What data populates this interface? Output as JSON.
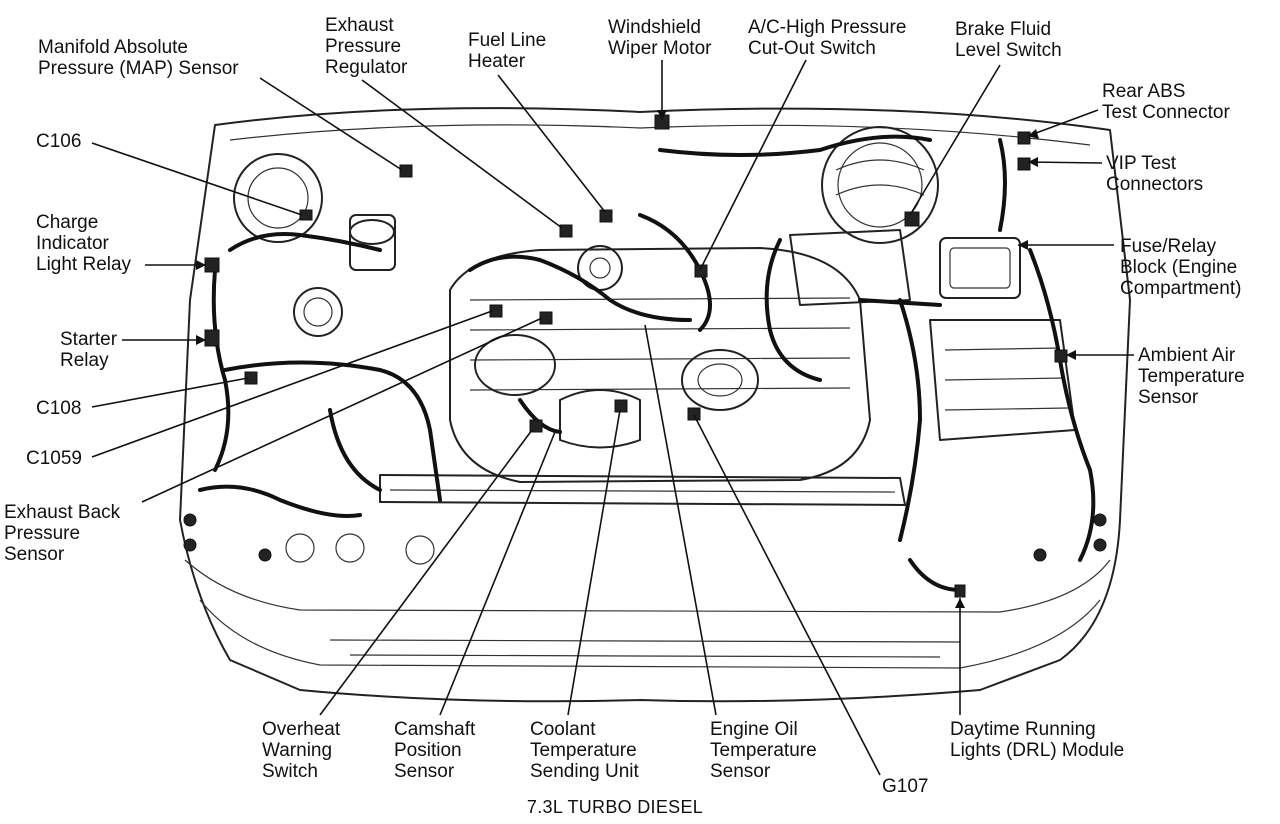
{
  "diagram": {
    "caption": "7.3L TURBO DIESEL",
    "labels": {
      "map_sensor": "Manifold Absolute\nPressure (MAP) Sensor",
      "exhaust_pressure_regulator": "Exhaust\nPressure\nRegulator",
      "fuel_line_heater": "Fuel Line\nHeater",
      "windshield_wiper_motor": "Windshield\nWiper Motor",
      "ac_cutout_switch": "A/C-High Pressure\nCut-Out Switch",
      "brake_fluid_switch": "Brake Fluid\nLevel Switch",
      "rear_abs": "Rear ABS\nTest Connector",
      "vip_test": "VIP Test\nConnectors",
      "fuse_relay_block": "Fuse/Relay\nBlock (Engine\nCompartment)",
      "ambient_air_sensor": "Ambient Air\nTemperature\nSensor",
      "c106": "C106",
      "charge_indicator": "Charge\nIndicator\nLight Relay",
      "starter_relay": "Starter\nRelay",
      "c108": "C108",
      "c1059": "C1059",
      "exhaust_back_pressure": "Exhaust Back\nPressure\nSensor",
      "overheat_switch": "Overheat\nWarning\nSwitch",
      "camshaft_sensor": "Camshaft\nPosition\nSensor",
      "coolant_sending_unit": "Coolant\nTemperature\nSending Unit",
      "engine_oil_sensor": "Engine Oil\nTemperature\nSensor",
      "g107": "G107",
      "drl_module": "Daytime Running\nLights (DRL) Module"
    }
  }
}
